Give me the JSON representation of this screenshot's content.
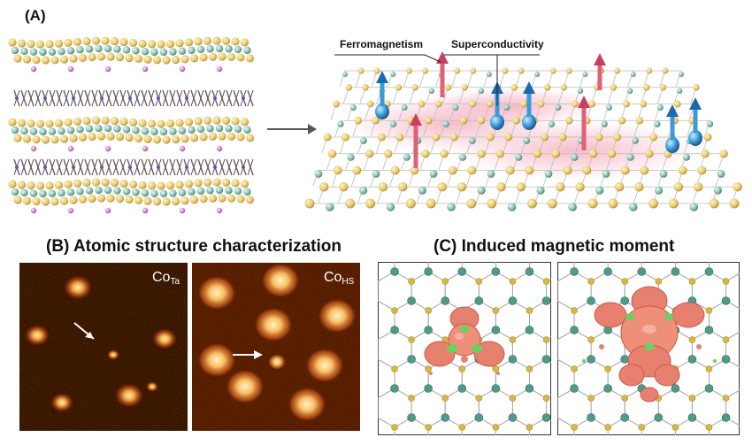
{
  "panel_a": {
    "label": "(A)",
    "callouts": {
      "ferromagnetism": "Ferromagnetism",
      "superconductivity": "Superconductivity"
    }
  },
  "panel_b": {
    "title": "(B) Atomic structure characterization",
    "images": [
      {
        "label_main": "Co",
        "label_sub": "Ta"
      },
      {
        "label_main": "Co",
        "label_sub": "HS"
      }
    ]
  },
  "panel_c": {
    "title": "(C) Induced magnetic moment"
  },
  "colors": {
    "atom_yellow": "#e6c76a",
    "atom_teal": "#7fb8a8",
    "atom_pink": "#d47fc8",
    "arrow_pink": "#e0607a",
    "arrow_blue": "#3a9ad8",
    "stm_dark": "#1a0500",
    "stm_bright": "#f7c060",
    "iso_red": "#e88070",
    "iso_green": "#6ad060"
  }
}
